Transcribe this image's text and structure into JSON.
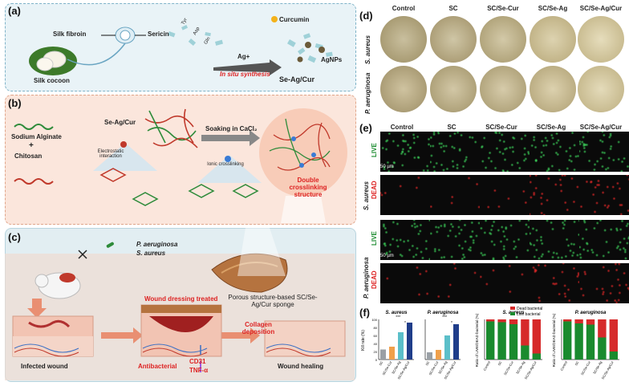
{
  "panels": {
    "a": {
      "label": "(a)",
      "silk_fibroin": "Silk fibroin",
      "sericin": "Sericin",
      "silk_cocoon": "Silk cocoon",
      "residues": [
        "Tyr",
        "Asp",
        "Gln"
      ],
      "ag": "Ag+",
      "in_situ": "In situ synthesis",
      "curcumin": "Curcumin",
      "agnps": "AgNPs",
      "product": "Se-Ag/Cur"
    },
    "b": {
      "label": "(b)",
      "sodium_alginate": "Sodium Alginate",
      "plus": "+",
      "chitosan": "Chitosan",
      "se_ag_cur": "Se-Ag/Cur",
      "electrostatic": "Electrostatic interaction",
      "soaking": "Soaking in CaCl₂",
      "ionic": "Ionic crosslinking",
      "double": "Double crosslinking structure"
    },
    "c": {
      "label": "(c)",
      "p_aeruginosa": "P. aeruginosa",
      "s_aureus": "S. aureus",
      "porous": "Porous structure-based SC/Se-Ag/Cur sponge",
      "wound_dressing": "Wound dressing treated",
      "collagen": "Collagen deposition",
      "infected": "Infected wound",
      "antibacterial": "Antibacterial",
      "cd31": "CD31",
      "tnf": "TNF-α",
      "healing": "Wound healing"
    },
    "d": {
      "label": "(d)",
      "columns": [
        "Control",
        "SC",
        "SC/Se-Cur",
        "SC/Se-Ag",
        "SC/Se-Ag/Cur"
      ],
      "rows": [
        "S. aureus",
        "P. aeruginosa"
      ]
    },
    "e": {
      "label": "(e)",
      "columns": [
        "Control",
        "SC",
        "SC/Se-Cur",
        "SC/Se-Ag",
        "SC/Se-Ag/Cur"
      ],
      "organisms": [
        "S. aureus",
        "P. aeruginosa"
      ],
      "live": "LIVE",
      "dead": "DEAD",
      "scale": "50 µm"
    },
    "f": {
      "label": "(f)"
    }
  },
  "colors": {
    "panel_a_bg": "#e9f3f7",
    "panel_b_bg": "#fbe6dc",
    "panel_c_bg": "#e2eef2",
    "dead_bar": "#d62a2a",
    "live_bar": "#1a8a2e",
    "sig": "#111111"
  },
  "chart_data": [
    {
      "type": "bar",
      "title": "S. aureus",
      "ylabel": "Kill rate (%)",
      "categories": [
        "SC",
        "SC/Se-Cur",
        "SC/Se-Ag",
        "SC/Se-Ag/Cur"
      ],
      "values": [
        25,
        32,
        68,
        92
      ],
      "ylim": [
        0,
        100
      ],
      "yticks": [
        0,
        20,
        40,
        60,
        80,
        100
      ],
      "significance": [
        "***",
        "*"
      ],
      "colors": [
        "#9aa0a6",
        "#f0a04b",
        "#5bbfc9",
        "#1f3d8a"
      ]
    },
    {
      "type": "bar",
      "title": "P. aeruginosa",
      "ylabel": "Kill rate (%)",
      "categories": [
        "SC",
        "SC/Se-Cur",
        "SC/Se-Ag",
        "SC/Se-Ag/Cur"
      ],
      "values": [
        18,
        24,
        60,
        88
      ],
      "ylim": [
        0,
        100
      ],
      "significance": [
        "***",
        "*"
      ],
      "colors": [
        "#9aa0a6",
        "#f0a04b",
        "#5bbfc9",
        "#1f3d8a"
      ]
    },
    {
      "type": "bar",
      "title": "S. aureus",
      "ylabel": "Ratio of LIVE/DEAD bacterial (%)",
      "categories": [
        "Control",
        "SC",
        "SC/Se-Cur",
        "SC/Se-Ag",
        "SC/Se-Ag/Cur"
      ],
      "series": [
        {
          "name": "Live bacterial",
          "values": [
            95,
            93,
            88,
            35,
            15
          ]
        },
        {
          "name": "Dead bacterial",
          "values": [
            5,
            7,
            12,
            65,
            85
          ]
        }
      ],
      "ylim": [
        0,
        100
      ],
      "stacked": true,
      "legend": "top"
    },
    {
      "type": "bar",
      "title": "P. aeruginosa",
      "ylabel": "Ratio of LIVE/DEAD bacterial (%)",
      "categories": [
        "Control",
        "SC",
        "SC/Se-Cur",
        "SC/Se-Ag",
        "SC/Se-Ag/Cur"
      ],
      "series": [
        {
          "name": "Live bacterial",
          "values": [
            95,
            90,
            87,
            55,
            20
          ]
        },
        {
          "name": "Dead bacterial",
          "values": [
            5,
            10,
            13,
            45,
            80
          ]
        }
      ],
      "ylim": [
        0,
        100
      ],
      "stacked": true
    }
  ]
}
